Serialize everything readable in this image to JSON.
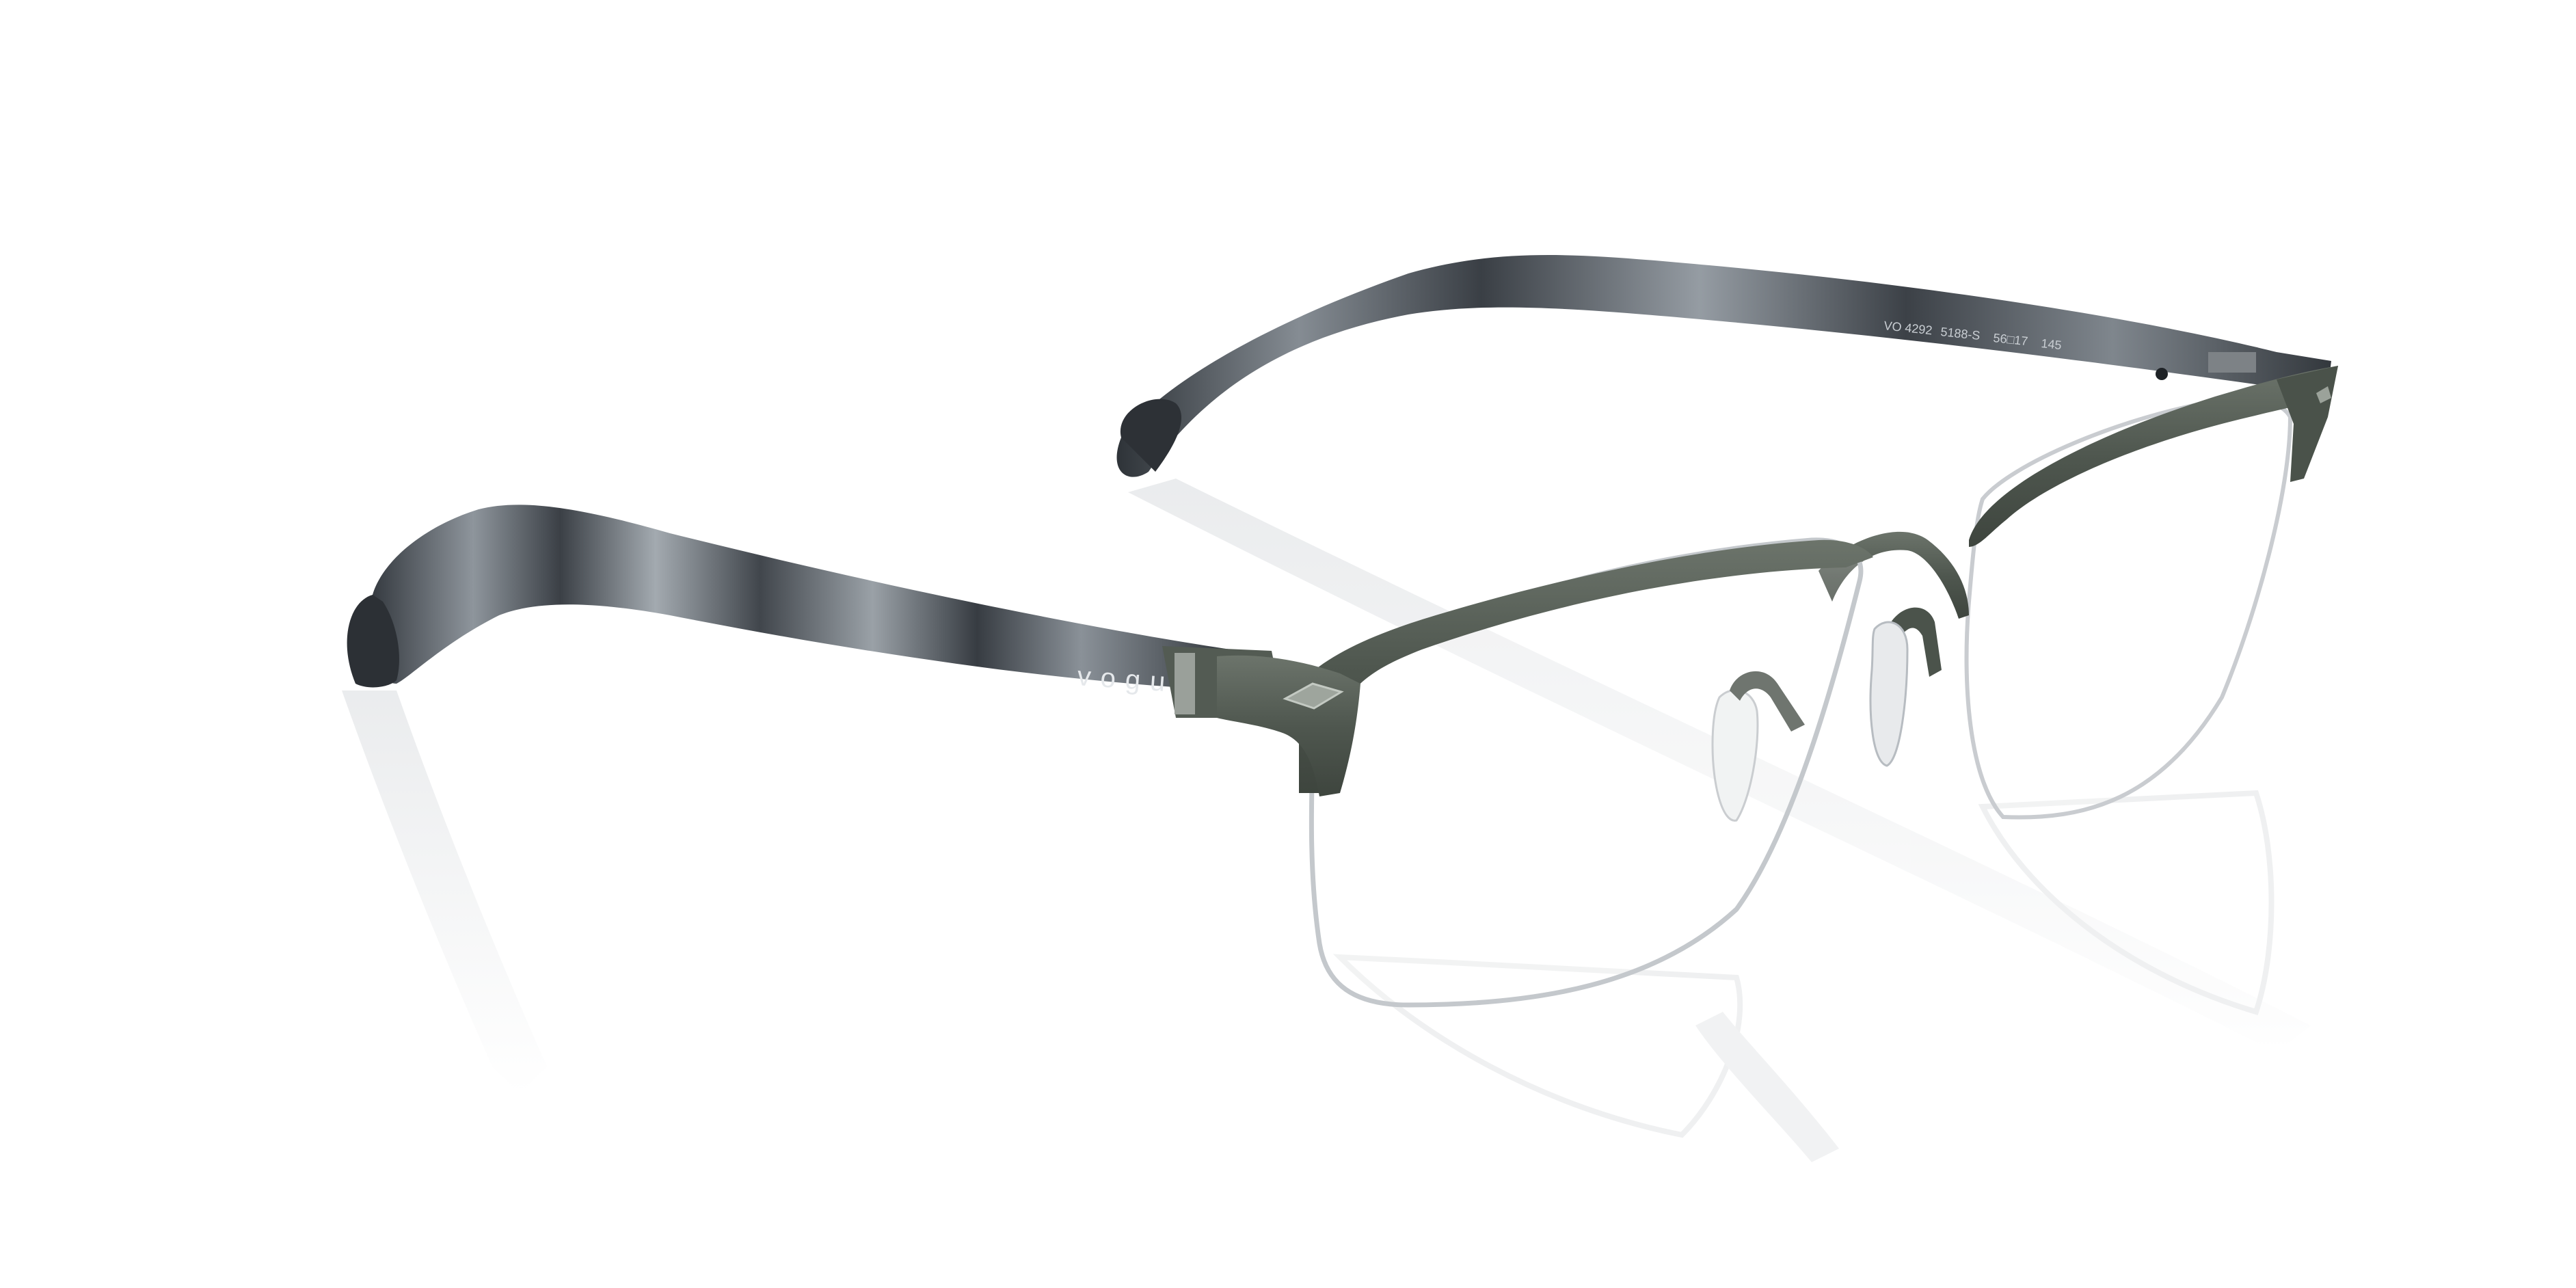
{
  "product": {
    "brand_logo_text": "vogue",
    "temple_inscription": {
      "model": "VO 4292",
      "color_code": "5188-S",
      "size": "56□17",
      "temple_length": "145"
    }
  },
  "colors": {
    "background": "#ffffff",
    "frame_metal": "#4f574f",
    "frame_metal_highlight": "#6c746b",
    "temple_havana_dark": "#3a3f45",
    "temple_havana_light": "#9aa1a8",
    "nylon_wire": "#c9ccd0",
    "reflection": "#eceeef"
  }
}
